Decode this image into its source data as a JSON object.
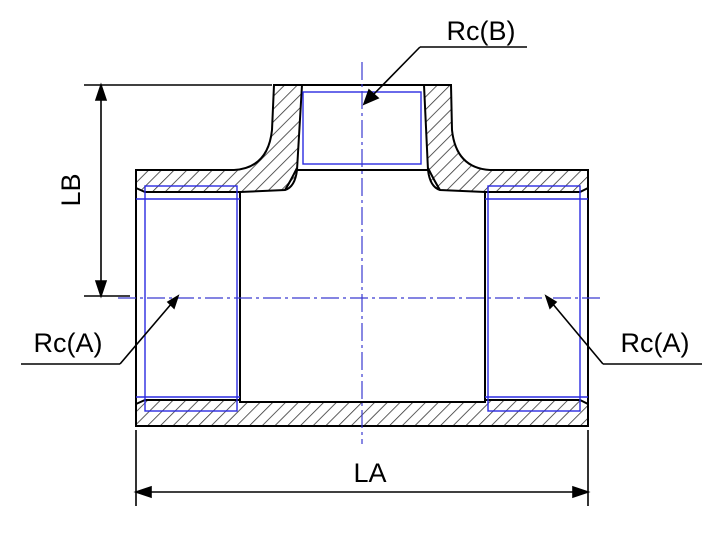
{
  "labels": {
    "branch_thread": "Rc(B)",
    "run_thread_left": "Rc(A)",
    "run_thread_right": "Rc(A)",
    "run_length": "LA",
    "branch_height": "LB"
  },
  "colors": {
    "outline": "#000000",
    "hatch": "#333333",
    "thread_line": "#2a2ae0",
    "centerline": "#3a3ad0",
    "background": "#ffffff"
  }
}
